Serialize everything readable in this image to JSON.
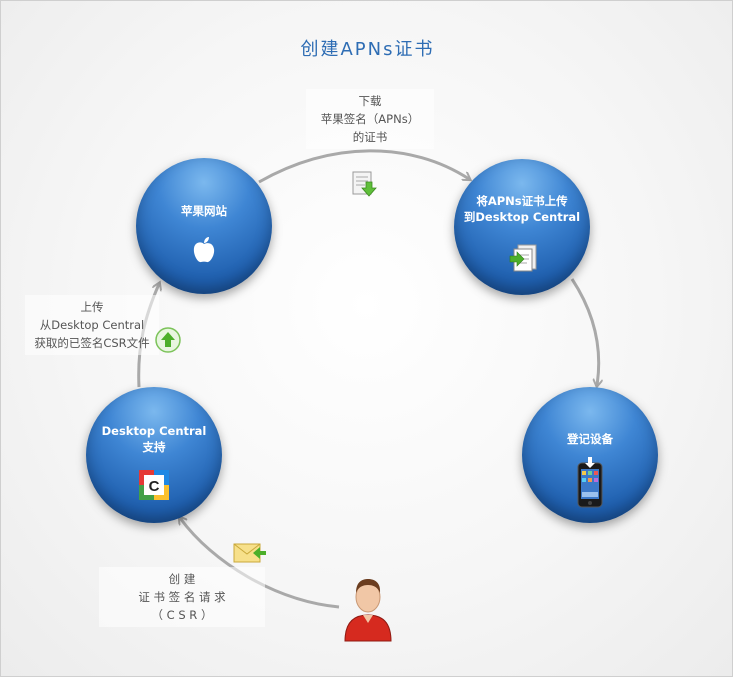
{
  "title": "创建APNs证书",
  "nodes": {
    "apple_site": {
      "label": "苹果网站",
      "icon": "apple-logo-icon"
    },
    "upload_apns": {
      "line1": "将APNs证书上传",
      "line2": "到Desktop Central",
      "icon": "document-import-icon"
    },
    "register_device": {
      "label": "登记设备",
      "icon": "iphone-icon"
    },
    "dc_support": {
      "line1": "Desktop Central",
      "line2": "支持",
      "icon": "desktop-central-logo-icon"
    }
  },
  "edges": {
    "download": {
      "line1": "下载",
      "line2": "苹果签名（APNs）",
      "line3": "的证书",
      "icon": "download-document-icon"
    },
    "upload": {
      "line1": "上传",
      "line2": "从Desktop Central",
      "line3": "获取的已签名CSR文件",
      "icon": "upload-arrow-icon"
    },
    "create_csr": {
      "line1": "创 建",
      "line2": "证 书 签 名 请 求",
      "line3": "（ C S R ）",
      "icon": "mail-envelope-icon"
    }
  },
  "actor": {
    "icon": "user-person-icon"
  },
  "colors": {
    "title": "#2e6db4",
    "circle": "#2f73c4",
    "arrow": "#a9a9a9"
  }
}
